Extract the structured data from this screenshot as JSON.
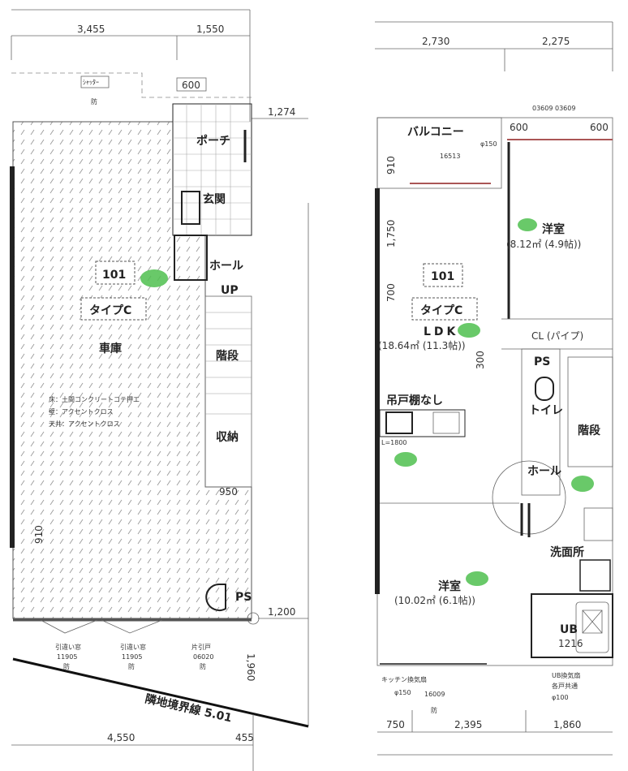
{
  "ground_floor": {
    "dims_top": [
      "3,455",
      "1,550"
    ],
    "dim_600": "600",
    "dim_1274": "1,274",
    "shutter_label": "ｼｬｯﾀｰ",
    "shutter_mark": "防",
    "porch": "ポーチ",
    "entrance": "玄関",
    "hall": "ホール",
    "up": "UP",
    "unit_number": "101",
    "unit_type": "タイプC",
    "garage": "車庫",
    "stairs": "階段",
    "storage": "収納",
    "finish_notes": [
      "床：土間コンクリートコテ押エ",
      "壁：アクセントクロス",
      "天井：アクセントクロス"
    ],
    "dim_950": "950",
    "dim_910": "910",
    "ps": "PS",
    "dim_1200": "1,200",
    "dim_1960": "1,960",
    "windows": [
      {
        "type": "引違い窓",
        "code": "11905",
        "mark": "防"
      },
      {
        "type": "引違い窓",
        "code": "11905",
        "mark": "防"
      },
      {
        "type": "片引戸",
        "code": "06020",
        "mark": "防"
      }
    ],
    "boundary_line": "隣地境界線 5.01",
    "dims_bottom": [
      "4,550",
      "455"
    ]
  },
  "upper_floor": {
    "dims_top": [
      "2,730",
      "2,275"
    ],
    "balcony": "バルコニー",
    "balcony_window_code": "16513",
    "vent_150": "φ150",
    "dims_600": [
      "600",
      "600"
    ],
    "bedroom1_window_code": "03609 03609",
    "dims_left": [
      "910",
      "1,750",
      "700"
    ],
    "bedroom1": "洋室",
    "bedroom1_area": "(8.12㎡ (4.9帖))",
    "unit_number": "101",
    "unit_type": "タイプC",
    "ldk": "LDK",
    "ldk_area": "(18.64㎡ (11.3帖))",
    "closet": "CL (パイプ)",
    "dim_300": "300",
    "ps": "PS",
    "toilet": "トイレ",
    "stairs": "階段",
    "no_wall_cabinet": "吊戸棚なし",
    "kitchen_length": "L=1800",
    "hall": "ホール",
    "washroom": "洗面所",
    "bedroom2": "洋室",
    "bedroom2_area": "(10.02㎡ (6.1帖))",
    "bath": "UB",
    "bath_size": "1216",
    "kitchen_fan": [
      "キッチン換気扇",
      "φ150"
    ],
    "bottom_window_code": "16009",
    "bottom_window_mark": "防",
    "ub_fan": [
      "UB換気扇",
      "各戸共通",
      "φ100"
    ],
    "dims_bottom": [
      "750",
      "2,395",
      "1,860"
    ]
  },
  "colors": {
    "line": "#222222",
    "hatch": "#9a9a9a",
    "marker": "#4fbf4f"
  }
}
